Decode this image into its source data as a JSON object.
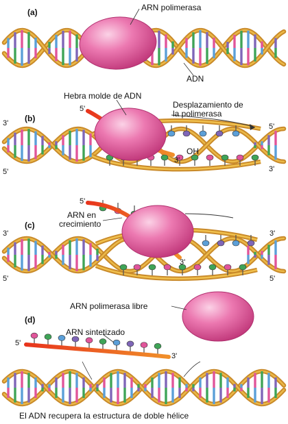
{
  "panels": {
    "a": {
      "letter": "(a)",
      "label_polymerase": "ARN polimerasa",
      "label_dna": "ADN"
    },
    "b": {
      "letter": "(b)",
      "label_template": "Hebra molde de ADN",
      "label_displacement_1": "Desplazamiento de",
      "label_displacement_2": "la polimerasa",
      "label_oh": "OH",
      "end_top_left": "3'",
      "end_bottom_left": "5'",
      "end_top_right": "5'",
      "end_bottom_right": "3'",
      "end_rna_5": "5'",
      "end_rna_3": "3'"
    },
    "c": {
      "letter": "(c)",
      "label_growing_1": "ARN en",
      "label_growing_2": "crecimiento",
      "end_rna_5": "5'",
      "end_rna_3": "3'",
      "end_top_left": "3'",
      "end_bottom_left": "5'",
      "end_top_right": "3'",
      "end_bottom_right": "5'"
    },
    "d": {
      "letter": "(d)",
      "label_free_polymerase": "ARN polimerasa libre",
      "label_synthesized": "ARN sintetizado",
      "end_rna_5": "5'",
      "end_rna_3": "3'",
      "caption": "El ADN recupera la estructura de doble hélice"
    }
  },
  "colors": {
    "strand": "#c98a2a",
    "strand_highlight": "#f1c14e",
    "polymerase": "#e05a9a",
    "rna": "#d9401e",
    "base_pink": "#e0559a",
    "base_green": "#3fa457",
    "base_blue": "#5b9fd8",
    "base_purple": "#7f66b8"
  }
}
